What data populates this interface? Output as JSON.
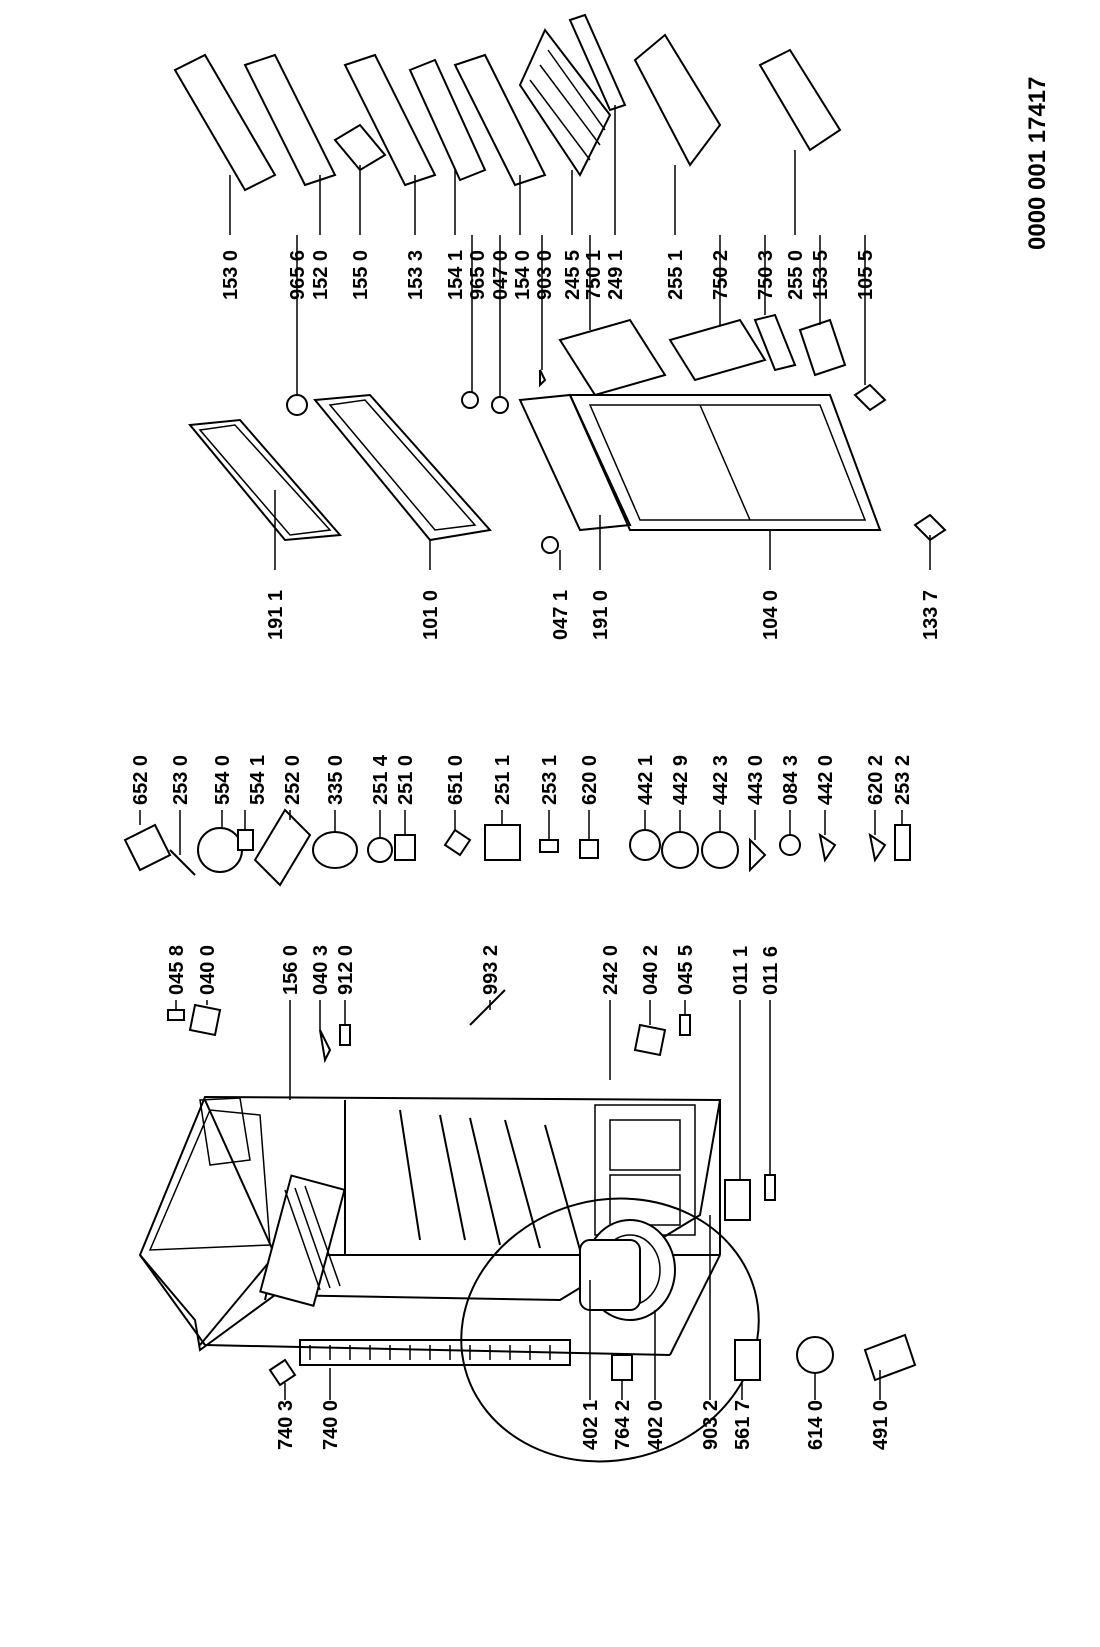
{
  "document_number": "0000 001 17417",
  "labels": [
    {
      "id": "7403",
      "text": "740 3"
    },
    {
      "id": "7400",
      "text": "740 0"
    },
    {
      "id": "4021",
      "text": "402 1"
    },
    {
      "id": "7642",
      "text": "764 2"
    },
    {
      "id": "4020",
      "text": "402 0"
    },
    {
      "id": "9032",
      "text": "903 2"
    },
    {
      "id": "5617",
      "text": "561 7"
    },
    {
      "id": "6140",
      "text": "614 0"
    },
    {
      "id": "4910",
      "text": "491 0"
    },
    {
      "id": "0458",
      "text": "045 8"
    },
    {
      "id": "0400",
      "text": "040 0"
    },
    {
      "id": "1560",
      "text": "156 0"
    },
    {
      "id": "0403",
      "text": "040 3"
    },
    {
      "id": "9120",
      "text": "912 0"
    },
    {
      "id": "9932",
      "text": "993 2"
    },
    {
      "id": "2420",
      "text": "242 0"
    },
    {
      "id": "0402",
      "text": "040 2"
    },
    {
      "id": "0455",
      "text": "045 5"
    },
    {
      "id": "0111",
      "text": "011 1"
    },
    {
      "id": "0116",
      "text": "011 6"
    },
    {
      "id": "6520",
      "text": "652 0"
    },
    {
      "id": "2530",
      "text": "253 0"
    },
    {
      "id": "5540",
      "text": "554 0"
    },
    {
      "id": "5541",
      "text": "554 1"
    },
    {
      "id": "2520",
      "text": "252 0"
    },
    {
      "id": "3350",
      "text": "335 0"
    },
    {
      "id": "2514",
      "text": "251 4"
    },
    {
      "id": "2510",
      "text": "251 0"
    },
    {
      "id": "6510",
      "text": "651 0"
    },
    {
      "id": "2511",
      "text": "251 1"
    },
    {
      "id": "2531",
      "text": "253 1"
    },
    {
      "id": "6200",
      "text": "620 0"
    },
    {
      "id": "4421",
      "text": "442 1"
    },
    {
      "id": "4429",
      "text": "442 9"
    },
    {
      "id": "4423",
      "text": "442 3"
    },
    {
      "id": "4430",
      "text": "443 0"
    },
    {
      "id": "0843",
      "text": "084 3"
    },
    {
      "id": "4420",
      "text": "442 0"
    },
    {
      "id": "6202",
      "text": "620 2"
    },
    {
      "id": "2532",
      "text": "253 2"
    },
    {
      "id": "1911",
      "text": "191 1"
    },
    {
      "id": "1010",
      "text": "101 0"
    },
    {
      "id": "0471",
      "text": "047 1"
    },
    {
      "id": "1910",
      "text": "191 0"
    },
    {
      "id": "1040",
      "text": "104 0"
    },
    {
      "id": "1337",
      "text": "133 7"
    },
    {
      "id": "1530",
      "text": "153 0"
    },
    {
      "id": "9656",
      "text": "965 6"
    },
    {
      "id": "1520",
      "text": "152 0"
    },
    {
      "id": "1550",
      "text": "155 0"
    },
    {
      "id": "1533",
      "text": "153 3"
    },
    {
      "id": "1541",
      "text": "154 1"
    },
    {
      "id": "9650",
      "text": "965 0"
    },
    {
      "id": "0470",
      "text": "047 0"
    },
    {
      "id": "1540",
      "text": "154 0"
    },
    {
      "id": "9030",
      "text": "903 0"
    },
    {
      "id": "2455",
      "text": "245 5"
    },
    {
      "id": "7501",
      "text": "750 1"
    },
    {
      "id": "2491",
      "text": "249 1"
    },
    {
      "id": "2551",
      "text": "255 1"
    },
    {
      "id": "7502",
      "text": "750 2"
    },
    {
      "id": "7503",
      "text": "750 3"
    },
    {
      "id": "2550",
      "text": "255 0"
    },
    {
      "id": "1535",
      "text": "153 5"
    },
    {
      "id": "1055",
      "text": "105 5"
    }
  ]
}
